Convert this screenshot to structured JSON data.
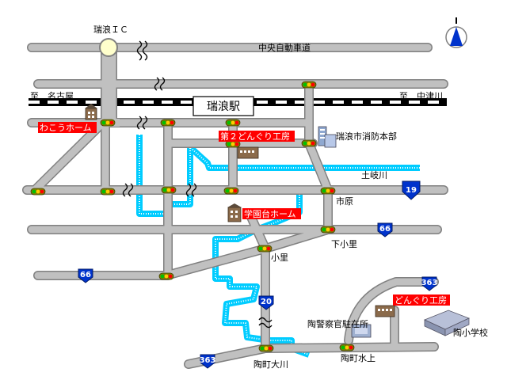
{
  "map": {
    "labels": {
      "ic": "瑞浪ＩＣ",
      "expressway": "中央自動車道",
      "to_nagoya_prefix": "至",
      "to_nagoya": "名古屋",
      "to_nakatsugawa_prefix": "至",
      "to_nakatsugawa": "中津川",
      "station": "瑞浪駅",
      "fire_hq": "瑞浪市消防本部",
      "river": "土岐川",
      "ichihara": "市原",
      "shimo_ori": "下小里",
      "ori": "小里",
      "police": "陶警察官駐在所",
      "school": "陶小学校",
      "sue_ogawa": "陶町大川",
      "sue_mizukami": "陶町水上"
    },
    "facilities": {
      "wakou_home": "わこうホーム",
      "donguri2": "第２どんぐり工房",
      "gakuendai_home": "学園台ホーム",
      "donguri": "どんぐり工房"
    },
    "routes": {
      "r19": "19",
      "r66a": "66",
      "r66b": "66",
      "r20": "20",
      "r363a": "363",
      "r363b": "363"
    },
    "colors": {
      "road": "#c0c0c0",
      "road_edge": "#808080",
      "river": "#00ccff",
      "facility_label_bg": "#ff0000",
      "route_shield": "#0033cc"
    },
    "icons": [
      "north-arrow-icon",
      "interchange-icon",
      "traffic-signal-icon",
      "building-icon",
      "fire-station-icon",
      "police-box-icon",
      "school-icon"
    ]
  }
}
